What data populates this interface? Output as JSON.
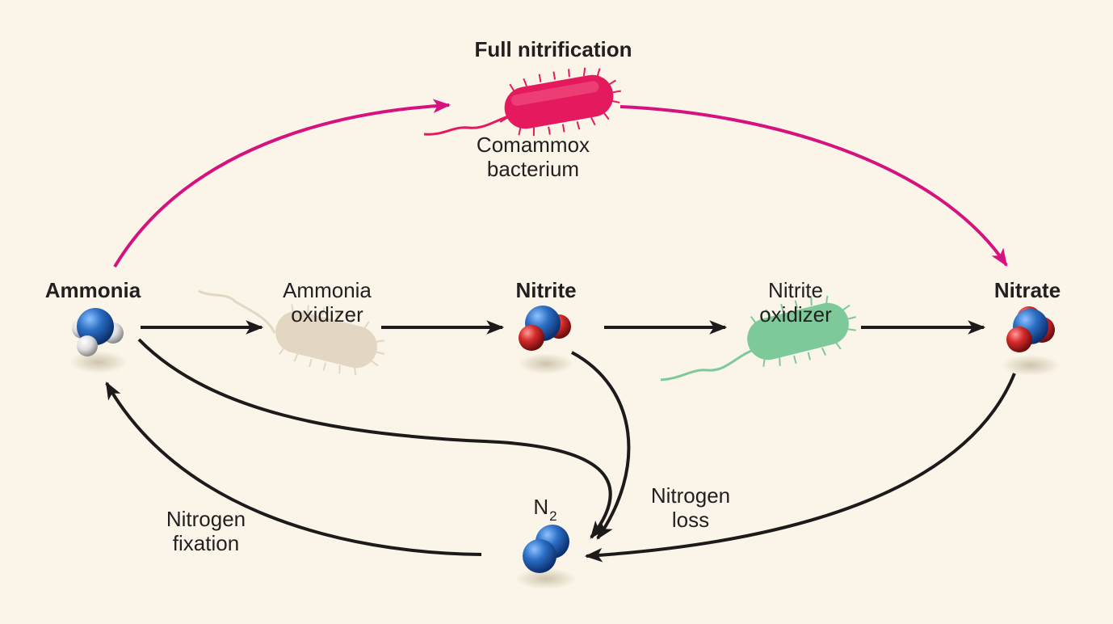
{
  "title": "Full nitrification",
  "nodes": {
    "ammonia": "Ammonia",
    "nitrite": "Nitrite",
    "nitrate": "Nitrate",
    "n2_symbol": "N",
    "n2_subscript": "2"
  },
  "organisms": {
    "comammox_line1": "Comammox",
    "comammox_line2": "bacterium",
    "ammonia_oxidizer_line1": "Ammonia",
    "ammonia_oxidizer_line2": "oxidizer",
    "nitrite_oxidizer_line1": "Nitrite",
    "nitrite_oxidizer_line2": "oxidizer"
  },
  "processes": {
    "nitrogen_loss_line1": "Nitrogen",
    "nitrogen_loss_line2": "loss",
    "nitrogen_fixation_line1": "Nitrogen",
    "nitrogen_fixation_line2": "fixation"
  },
  "colors": {
    "background": "#faf5e8",
    "comammox": "#e5195e",
    "comammox_arrow": "#d6127f",
    "ammonia_oxidizer": "#e3d7c4",
    "nitrite_oxidizer": "#7ec99a",
    "arrow": "#1c1a1a",
    "nitrogen_atom": "#1f5fb3",
    "oxygen_atom": "#d62b2b",
    "hydrogen_atom": "#e6e6e6"
  }
}
